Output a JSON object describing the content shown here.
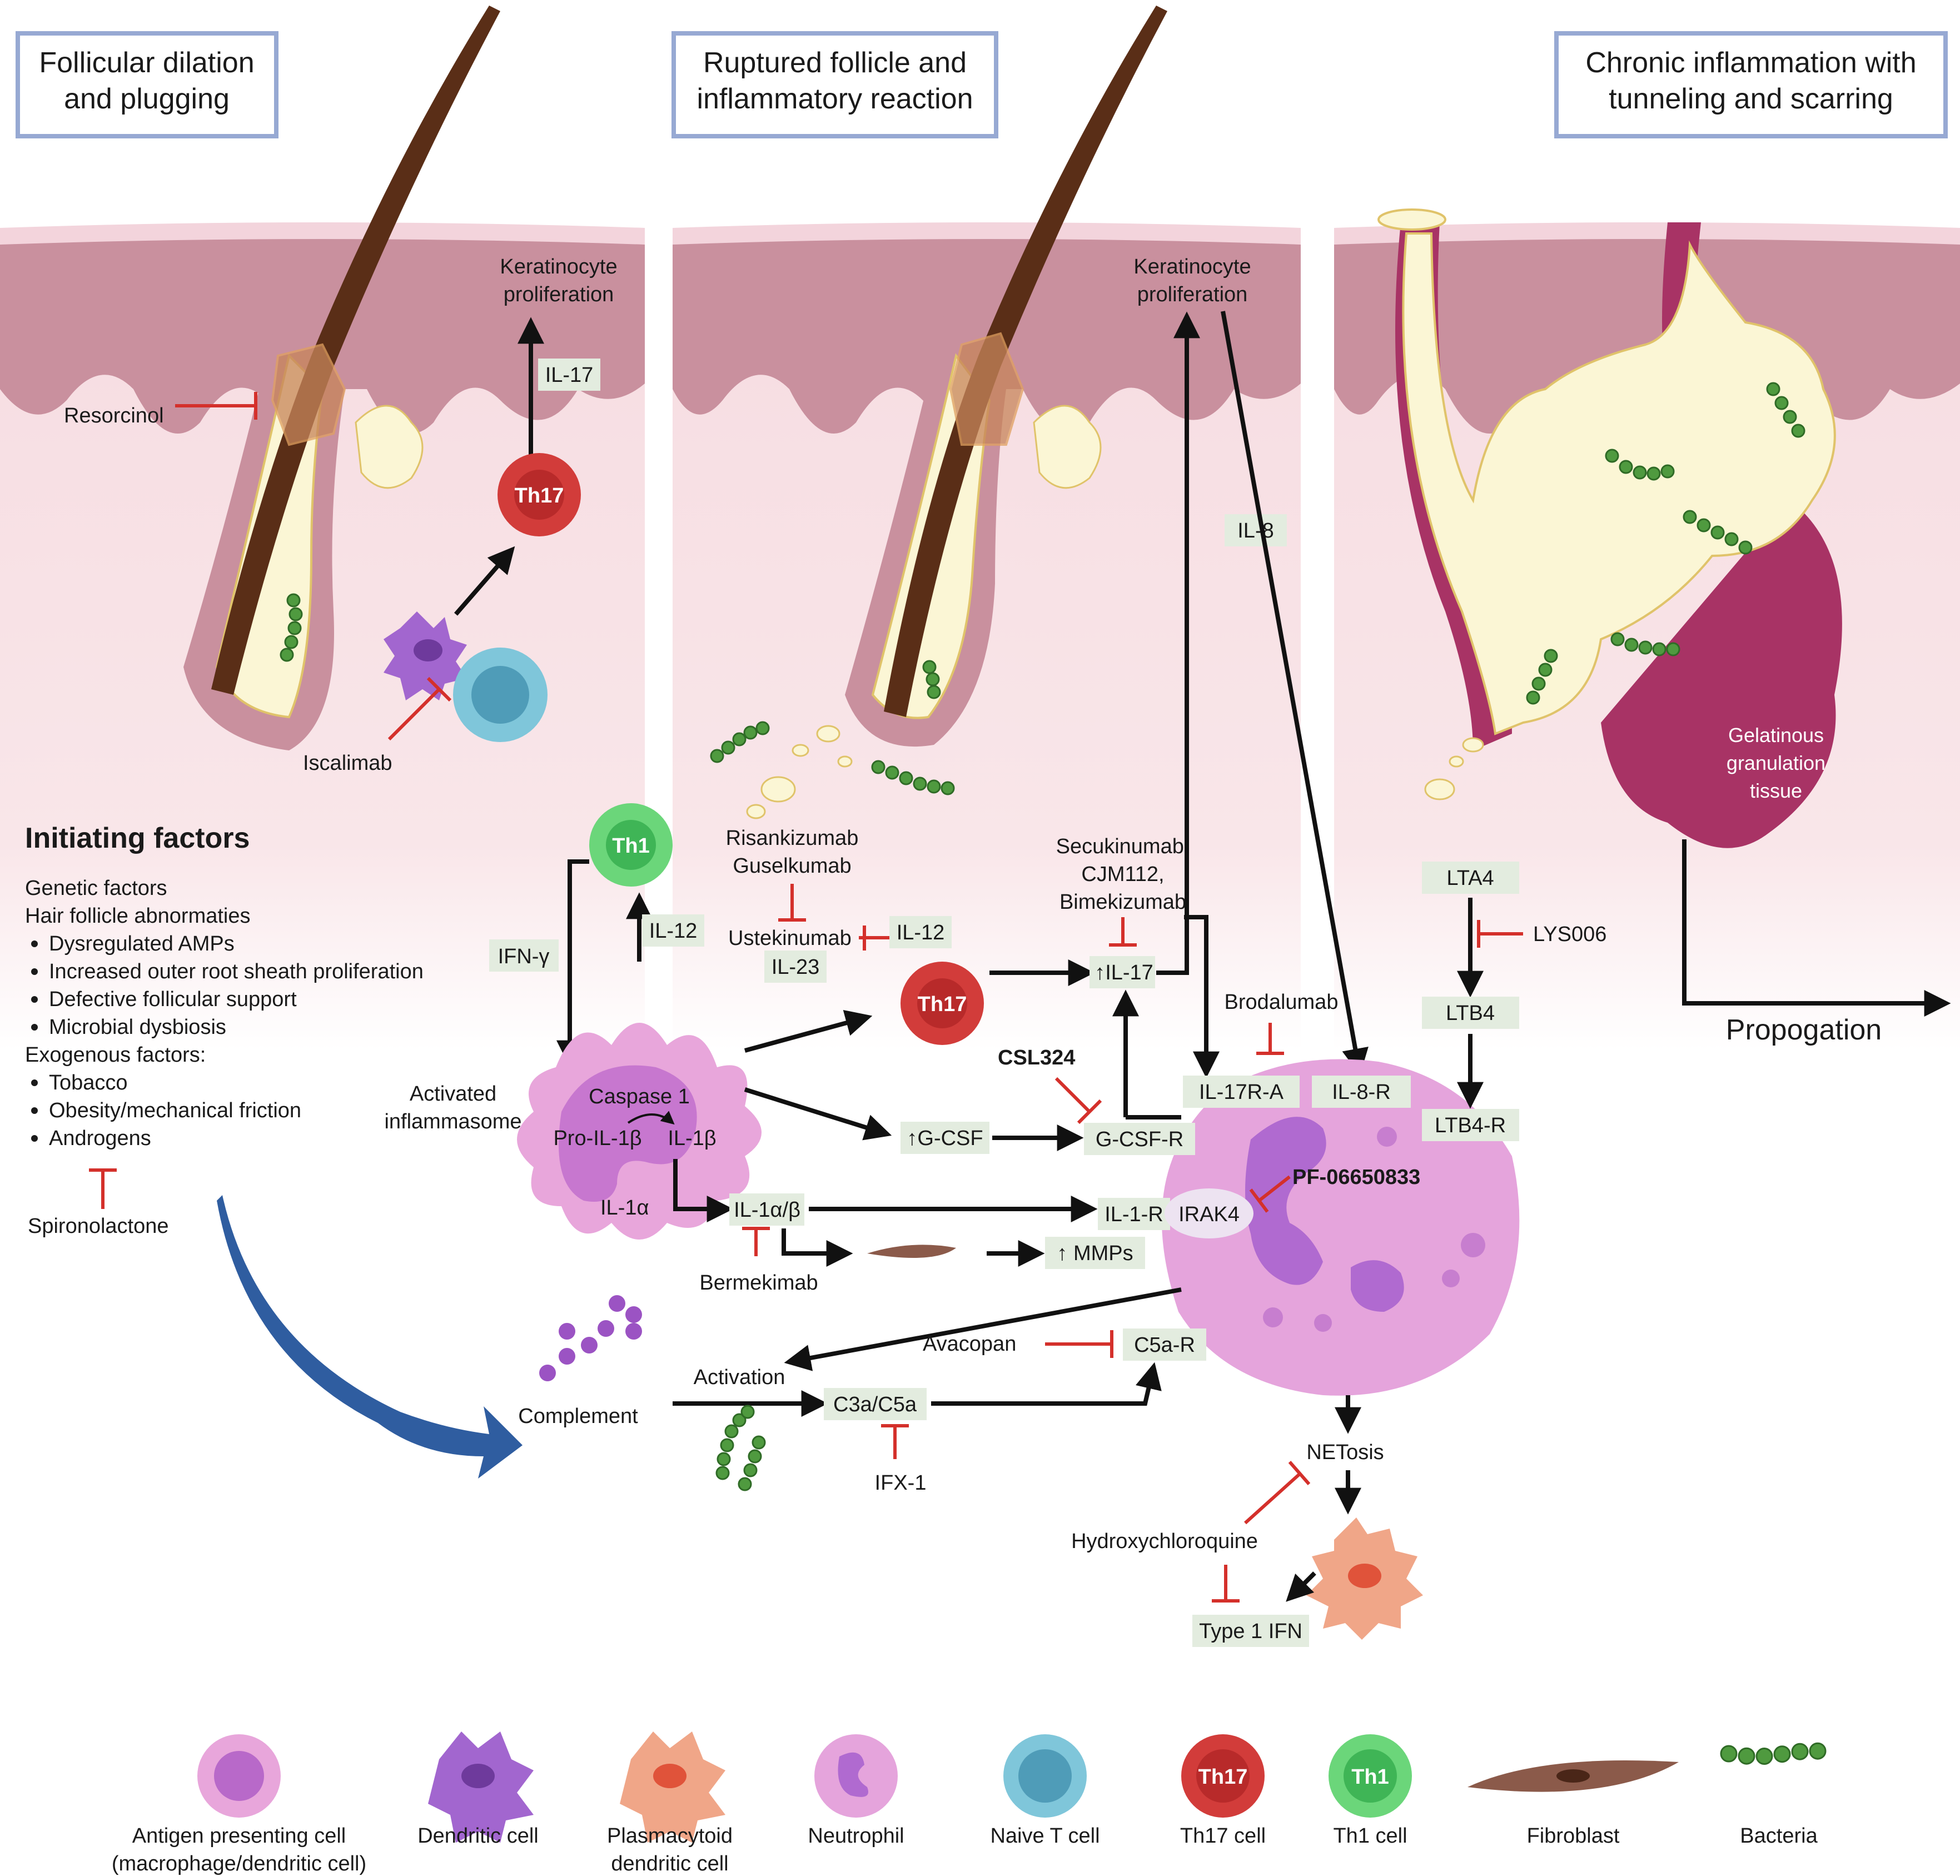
{
  "stages": [
    {
      "line1": "Follicular dilation",
      "line2": "and plugging"
    },
    {
      "line1": "Ruptured follicle and",
      "line2": "inflammatory reaction"
    },
    {
      "line1": "Chronic inflammation with",
      "line2": "tunneling and scarring"
    }
  ],
  "labels": {
    "kp1_l1": "Keratinocyte",
    "kp1_l2": "proliferation",
    "kp2_l1": "Keratinocyte",
    "kp2_l2": "proliferation",
    "resorcinol": "Resorcinol",
    "il17_top": "IL-17",
    "th17": "Th17",
    "th1": "Th1",
    "iscalimab": "Iscalimab",
    "il8": "IL-8",
    "gelatinous_l1": "Gelatinous",
    "gelatinous_l2": "granulation",
    "gelatinous_l3": "tissue",
    "risank": "Risankizumab",
    "gusel": "Guselkumab",
    "ustek": "Ustekinumab",
    "il12_mid": "IL-12",
    "il23": "IL-23",
    "il12_left": "IL-12",
    "ifng": "IFN-γ",
    "secuk": "Secukinumab,",
    "cjm": "CJM112,",
    "bimek": "Bimekizumab",
    "il17_mid": "IL-17",
    "brodalumab": "Brodalumab",
    "csl324": "CSL324",
    "il17ra": "IL-17R-A",
    "il8r": "IL-8-R",
    "lta4": "LTA4",
    "lys006": "LYS006",
    "ltb4": "LTB4",
    "ltb4r": "LTB4-R",
    "propagation": "Propogation",
    "activated_l1": "Activated",
    "activated_l2": "inflammasome",
    "caspase": "Caspase 1",
    "proil1b": "Pro-IL-1β",
    "il1b": "IL-1β",
    "gcsf": "G-CSF",
    "gcsfr": "G-CSF-R",
    "il1a": "IL-1α",
    "il1ab": "IL-1α/β",
    "il1r": "IL-1-R",
    "irak4": "IRAK4",
    "pf": "PF-06650833",
    "bermekimab": "Bermekimab",
    "mmps": "MMPs",
    "complement": "Complement",
    "activation": "Activation",
    "c3ac5a": "C3a/C5a",
    "avacopan": "Avacopan",
    "c5ar": "C5a-R",
    "ifx1": "IFX-1",
    "netosis": "NETosis",
    "hcq": "Hydroxychloroquine",
    "type1ifn": "Type 1 IFN",
    "spironolactone": "Spironolactone"
  },
  "initiating_factors": {
    "title": "Initiating factors",
    "lines": [
      {
        "text": "Genetic factors",
        "bullet": false
      },
      {
        "text": "Hair follicle abnormaties",
        "bullet": false
      },
      {
        "text": "Dysregulated AMPs",
        "bullet": true
      },
      {
        "text": "Increased outer root sheath proliferation",
        "bullet": true
      },
      {
        "text": "Defective follicular support",
        "bullet": true
      },
      {
        "text": "Microbial dysbiosis",
        "bullet": true
      },
      {
        "text": "Exogenous factors:",
        "bullet": false
      },
      {
        "text": "Tobacco",
        "bullet": true
      },
      {
        "text": "Obesity/mechanical friction",
        "bullet": true
      },
      {
        "text": "Androgens",
        "bullet": true
      }
    ]
  },
  "legend": [
    {
      "label1": "Antigen presenting cell",
      "label2": "(macrophage/dendritic cell)",
      "icon": "apc-icon"
    },
    {
      "label1": "Dendritic cell",
      "label2": "",
      "icon": "dendritic-cell-icon"
    },
    {
      "label1": "Plasmacytoid",
      "label2": "dendritic cell",
      "icon": "plasmacytoid-cell-icon"
    },
    {
      "label1": "Neutrophil",
      "label2": "",
      "icon": "neutrophil-icon"
    },
    {
      "label1": "Naive T cell",
      "label2": "",
      "icon": "naive-t-cell-icon"
    },
    {
      "label1": "Th17 cell",
      "label2": "",
      "icon": "th17-cell-icon",
      "badge": "Th17"
    },
    {
      "label1": "Th1 cell",
      "label2": "",
      "icon": "th1-cell-icon",
      "badge": "Th1"
    },
    {
      "label1": "Fibroblast",
      "label2": "",
      "icon": "fibroblast-icon"
    },
    {
      "label1": "Bacteria",
      "label2": "",
      "icon": "bacteria-icon"
    }
  ],
  "colors": {
    "skin_top": "#c9909e",
    "skin_dermis": "#f4d9de",
    "epidermis_edge": "#f6dbe2",
    "hair": "#5a2e17",
    "sebum": "#fbf6d5",
    "label_box": "#e3ecdf",
    "inhibitor": "#d4302b",
    "arrow": "#111111",
    "stage_border": "#97a9d3",
    "th17": "#d23c3a",
    "th1": "#6bd67a",
    "naive_t": "#7fc6da",
    "apc": "#e8a6db",
    "neutrophil": "#e5a4dc",
    "dendritic": "#a266cf",
    "pdc": "#f0a688",
    "bacteria": "#4f9a3f",
    "complement": "#9b53c3",
    "granulation": "#a83365",
    "big_arrow": "#2f5da0"
  }
}
